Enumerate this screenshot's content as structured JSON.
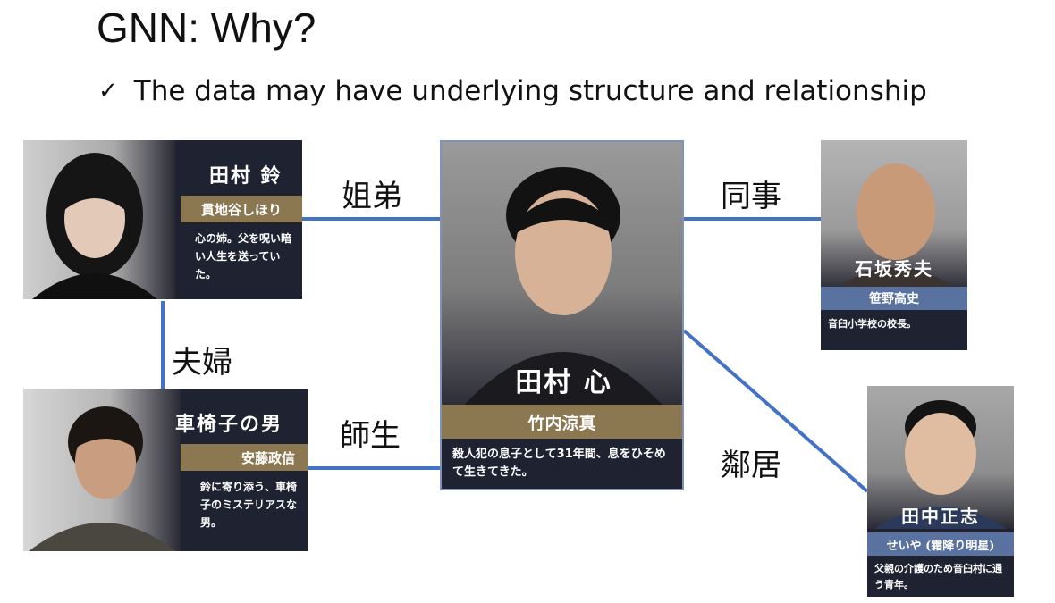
{
  "slide": {
    "title": "GNN: Why?",
    "bullet_mark": "✓",
    "bullet_text": "The data may have underlying structure and relationship"
  },
  "relations": {
    "siblings": "姐弟",
    "colleague": "同事",
    "couple": "夫婦",
    "teacher_student": "師生",
    "neighbor": "鄰居"
  },
  "cards": {
    "sister": {
      "name": "田村 鈴",
      "actor": "貫地谷しほり",
      "desc": "心の姉。父を呪い暗い人生を送っていた。"
    },
    "center": {
      "name": "田村 心",
      "actor": "竹内涼真",
      "desc": "殺人犯の息子として31年間、息をひそめて生きてきた。"
    },
    "principal": {
      "name": "石坂秀夫",
      "actor": "笹野高史",
      "desc": "音臼小学校の校長。"
    },
    "wheelchair": {
      "name": "車椅子の男",
      "actor": "安藤政信",
      "desc": "鈴に寄り添う、車椅子のミステリアスな男。"
    },
    "neighbor": {
      "name": "田中正志",
      "actor": "せいや (霜降り明星)",
      "desc": "父親の介護のため音臼村に通う青年。"
    }
  },
  "colors": {
    "edge": "#4472c4",
    "card_dark": "#1e2231",
    "actor_band": "#8b7750"
  }
}
